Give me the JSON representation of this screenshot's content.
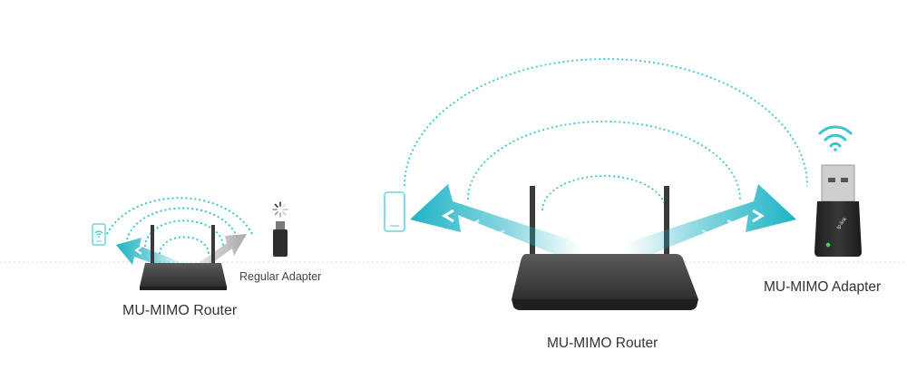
{
  "labels": {
    "left_router": "MU-MIMO Router",
    "regular_adapter": "Regular Adapter",
    "right_router": "MU-MIMO Router",
    "mumimo_adapter": "MU-MIMO Adapter"
  },
  "adapter_logo_text": "tp-link",
  "colors": {
    "signal": "#3cc4cf",
    "beam": "#1fb3c4",
    "beam_gray": "#b3b3b3",
    "device_dark": "#2b2b2b",
    "phone_outline": "#6fd3dc",
    "led_green": "#33d65c"
  },
  "icons": [
    "wifi-icon",
    "loading-icon",
    "phone-icon",
    "router",
    "usb-adapter"
  ]
}
